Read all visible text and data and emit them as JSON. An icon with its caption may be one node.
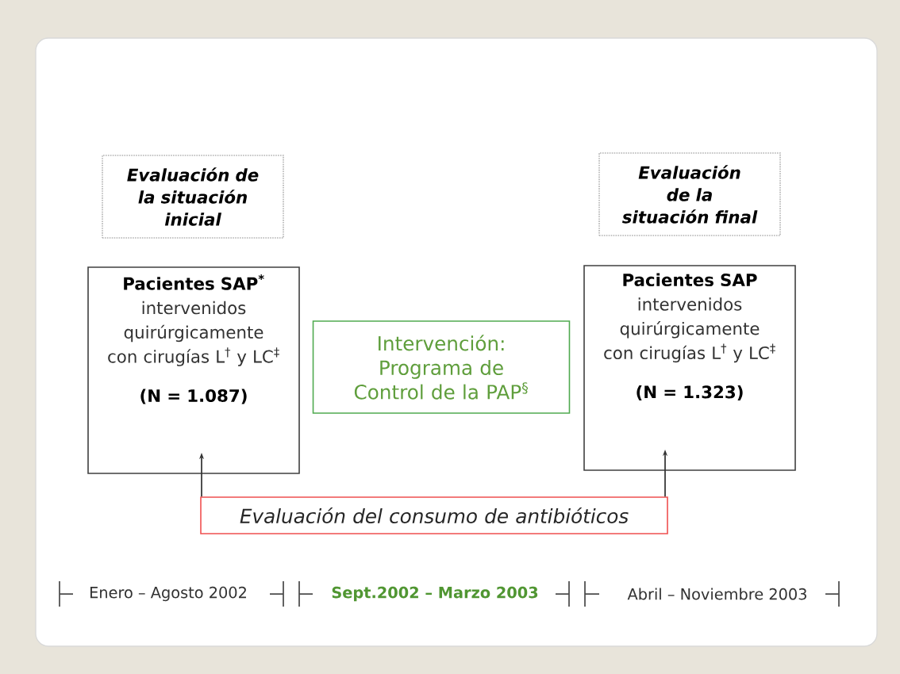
{
  "diagram": {
    "nodes": [
      {
        "text": [
          "Evaluación de la situación inicial"
        ]
      },
      {
        "text": [
          "Pacientes SAP$^{*}$",
          "intervenidos quirúrgicamente con cirugías L$^{†}$ y LC$^{‡}$",
          "(N = 1.087)"
        ]
      },
      {
        "text": [
          "Evaluación de la situación final"
        ]
      },
      {
        "text": [
          "Pacientes SAP",
          "intervenidos quirúrgicamente con cirugías L$^{†}$ y LC$^{‡}$",
          "(N = 1.323)"
        ]
      },
      {
        "text": [
          "Intervención: Programa de Control de la PAP$^{§}$"
        ]
      },
      {
        "text": [
          "Evaluación del consumo de antibióticos"
        ]
      }
    ],
    "edges": [
      {
        "from": 5,
        "to": 1,
        "arrow": "to"
      },
      {
        "from": 5,
        "to": 3,
        "arrow": "to"
      }
    ],
    "labels": [
      "Enero – Agosto 2002",
      "Sept.2002 – Marzo 2003",
      "Abril – Noviembre 2003"
    ]
  }
}
